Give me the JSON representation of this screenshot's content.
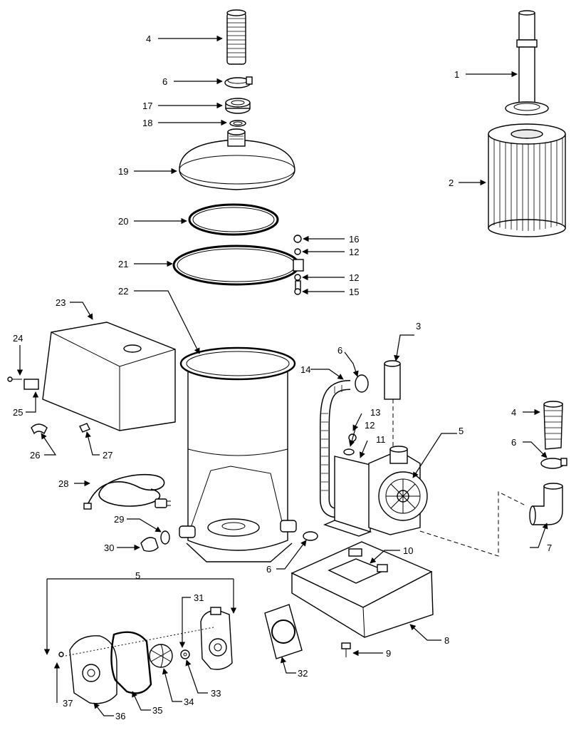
{
  "callouts": [
    {
      "id": "c-4-top",
      "label": "4"
    },
    {
      "id": "c-6-top",
      "label": "6"
    },
    {
      "id": "c-17",
      "label": "17"
    },
    {
      "id": "c-18",
      "label": "18"
    },
    {
      "id": "c-19",
      "label": "19"
    },
    {
      "id": "c-20",
      "label": "20"
    },
    {
      "id": "c-21",
      "label": "21"
    },
    {
      "id": "c-22",
      "label": "22"
    },
    {
      "id": "c-16",
      "label": "16"
    },
    {
      "id": "c-12-a",
      "label": "12"
    },
    {
      "id": "c-12-b",
      "label": "12"
    },
    {
      "id": "c-15",
      "label": "15"
    },
    {
      "id": "c-1",
      "label": "1"
    },
    {
      "id": "c-2",
      "label": "2"
    },
    {
      "id": "c-23",
      "label": "23"
    },
    {
      "id": "c-24",
      "label": "24"
    },
    {
      "id": "c-25",
      "label": "25"
    },
    {
      "id": "c-26",
      "label": "26"
    },
    {
      "id": "c-27",
      "label": "27"
    },
    {
      "id": "c-28",
      "label": "28"
    },
    {
      "id": "c-29",
      "label": "29"
    },
    {
      "id": "c-30",
      "label": "30"
    },
    {
      "id": "c-3",
      "label": "3"
    },
    {
      "id": "c-6-mid",
      "label": "6"
    },
    {
      "id": "c-14",
      "label": "14"
    },
    {
      "id": "c-13",
      "label": "13"
    },
    {
      "id": "c-12-c",
      "label": "12"
    },
    {
      "id": "c-11",
      "label": "11"
    },
    {
      "id": "c-5-pump",
      "label": "5"
    },
    {
      "id": "c-4-right",
      "label": "4"
    },
    {
      "id": "c-6-right",
      "label": "6"
    },
    {
      "id": "c-7",
      "label": "7"
    },
    {
      "id": "c-6-bottom",
      "label": "6"
    },
    {
      "id": "c-10",
      "label": "10"
    },
    {
      "id": "c-8",
      "label": "8"
    },
    {
      "id": "c-9",
      "label": "9"
    },
    {
      "id": "c-5-group",
      "label": "5"
    },
    {
      "id": "c-31",
      "label": "31"
    },
    {
      "id": "c-32",
      "label": "32"
    },
    {
      "id": "c-33",
      "label": "33"
    },
    {
      "id": "c-34",
      "label": "34"
    },
    {
      "id": "c-35",
      "label": "35"
    },
    {
      "id": "c-36",
      "label": "36"
    },
    {
      "id": "c-37",
      "label": "37"
    }
  ]
}
